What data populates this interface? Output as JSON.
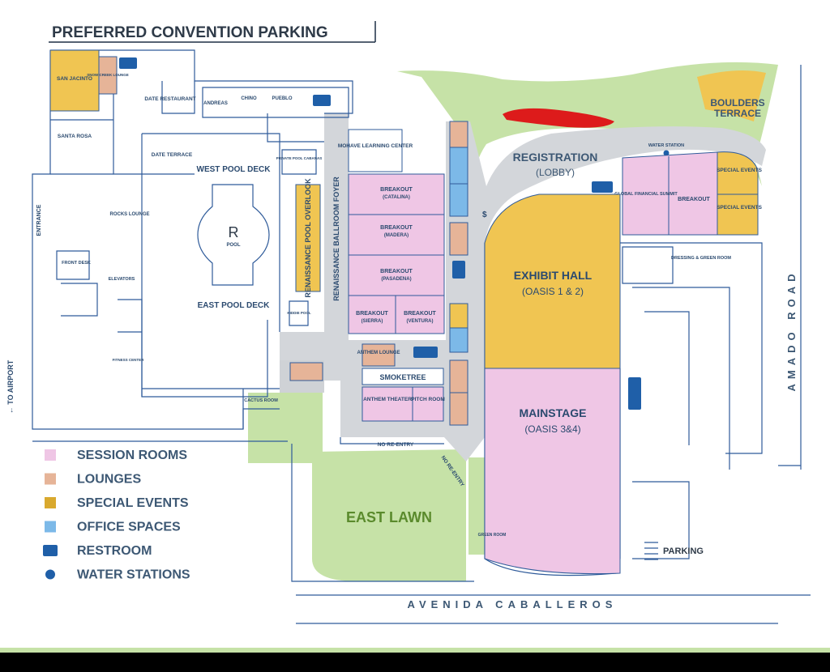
{
  "header": {
    "title": "PREFERRED CONVENTION PARKING"
  },
  "colors": {
    "session": "#efc6e5",
    "lounge": "#e6b498",
    "special": "#f0c552",
    "office": "#7cb9e8",
    "lawn": "#c6e2a7",
    "corridor": "#cfd2d6",
    "wall": "#2f5b9a",
    "text": "#2b4a6f",
    "lawn_text": "#5a8a2c",
    "marker": "#dd1b1b"
  },
  "rooms": {
    "san_jacinto": "SAN JACINTO",
    "snow_creek": "SNOW CREEK LOUNGE",
    "date_restaurant": "DATE RESTAURANT",
    "andreas": "ANDREAS",
    "chino": "CHINO",
    "pueblo": "PUEBLO",
    "santa_rosa": "SANTA ROSA",
    "date_terrace": "DATE TERRACE",
    "west_pool_deck": "WEST POOL DECK",
    "east_pool_deck": "EAST POOL DECK",
    "pool": "POOL",
    "pool_logo": "R",
    "private_cabanas": "PRIVATE POOL CABANAS",
    "kiddie_pool": "KIDDIE POOL",
    "pool_overlook": "RENAISSANCE POOL OVERLOOK",
    "ballroom_foyer": "RENAISSANCE BALLROOM FOYER",
    "mohave": "MOHAVE LEARNING CENTER",
    "breakout_catalina": "BREAKOUT",
    "catalina": "(CATALINA)",
    "breakout_madera": "BREAKOUT",
    "madera": "(MADERA)",
    "breakout_pasadena": "BREAKOUT",
    "pasadena": "(PASADENA)",
    "breakout_sierra": "BREAKOUT",
    "sierra": "(SIERRA)",
    "breakout_ventura": "BREAKOUT",
    "ventura": "(VENTURA)",
    "registration": "REGISTRATION",
    "lobby": "(LOBBY)",
    "water_station": "WATER STATION",
    "boulders": "BOULDERS",
    "terrace": "TERRACE",
    "global_summit": "GLOBAL FINANCIAL SUMMIT",
    "breakout_primrose": "BREAKOUT",
    "special_events_1": "SPECIAL EVENTS",
    "special_events_2": "SPECIAL EVENTS",
    "exhibit_hall": "EXHIBIT HALL",
    "oasis_12": "(OASIS 1 & 2)",
    "dressing": "DRESSING & GREEN ROOM",
    "mainstage": "MAINSTAGE",
    "oasis_34": "(OASIS 3&4)",
    "smoketree": "SMOKETREE",
    "anthem_lounge": "ANTHEM LOUNGE",
    "anthem_theater": "ANTHEM THEATER",
    "pitch_room": "PITCH ROOM",
    "rocks_lounge": "ROCKS LOUNGE",
    "front_desk": "FRONT DESK",
    "elevators": "ELEVATORS",
    "fitness": "FITNESS CENTER",
    "cactus_room": "CACTUS ROOM",
    "entrance": "ENTRANCE",
    "to_airport": "← TO AIRPORT",
    "no_reentry_1": "NO RE-ENTRY",
    "no_reentry_2": "NO RE-ENTRY",
    "east_lawn": "EAST LAWN",
    "green_room": "GREEN ROOM",
    "parking": "PARKING",
    "avenida": "AVENIDA CABALLEROS",
    "amado": "AMADO ROAD",
    "dollar_sign": "$"
  },
  "legend": [
    {
      "label": "SESSION ROOMS",
      "color": "#efc6e5",
      "icon": "swatch"
    },
    {
      "label": "LOUNGES",
      "color": "#e6b498",
      "icon": "swatch"
    },
    {
      "label": "SPECIAL EVENTS",
      "color": "#d9a92e",
      "icon": "swatch"
    },
    {
      "label": "OFFICE SPACES",
      "color": "#7cb9e8",
      "icon": "swatch"
    },
    {
      "label": "RESTROOM",
      "color": "#1f5fa8",
      "icon": "restroom-icon"
    },
    {
      "label": "WATER STATIONS",
      "color": "#1f5fa8",
      "icon": "water-drop-icon"
    }
  ]
}
